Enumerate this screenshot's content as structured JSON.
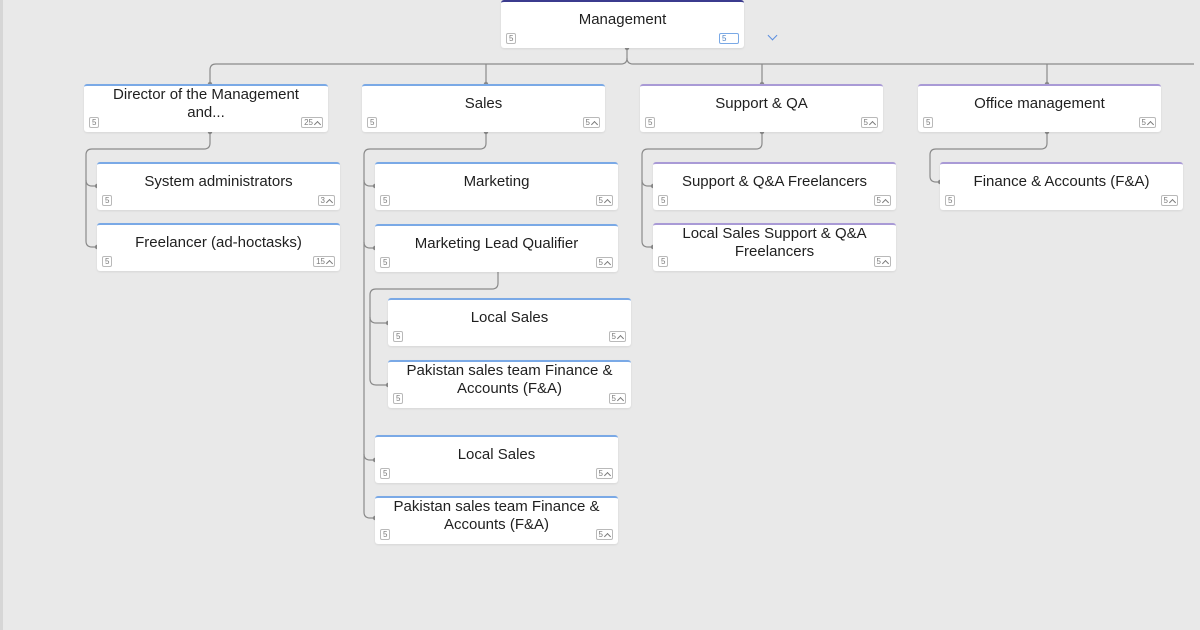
{
  "root": {
    "title": "Management",
    "left_count": "5",
    "right_count": "5"
  },
  "nodes": {
    "director": {
      "title": "Director of the Management and...",
      "left_count": "5",
      "right_count": "25"
    },
    "sales": {
      "title": "Sales",
      "left_count": "5",
      "right_count": "5"
    },
    "support": {
      "title": "Support & QA",
      "left_count": "5",
      "right_count": "5"
    },
    "office": {
      "title": "Office management",
      "left_count": "5",
      "right_count": "5"
    },
    "sysadmins": {
      "title": "System administrators",
      "left_count": "5",
      "right_count": "3"
    },
    "freelancer": {
      "title": "Freelancer (ad-hoctasks)",
      "left_count": "5",
      "right_count": "15"
    },
    "marketing": {
      "title": "Marketing",
      "left_count": "5",
      "right_count": "5"
    },
    "mlq": {
      "title": "Marketing Lead Qualifier",
      "left_count": "5",
      "right_count": "5"
    },
    "local_sales_1": {
      "title": "Local Sales",
      "left_count": "5",
      "right_count": "5"
    },
    "pak_sales_1": {
      "title": "Pakistan sales team Finance & Accounts (F&A)",
      "left_count": "5",
      "right_count": "5"
    },
    "local_sales_2": {
      "title": "Local Sales",
      "left_count": "5",
      "right_count": "5"
    },
    "pak_sales_2": {
      "title": "Pakistan sales team Finance & Accounts (F&A)",
      "left_count": "5",
      "right_count": "5"
    },
    "support_freelancers": {
      "title": "Support & Q&A Freelancers",
      "left_count": "5",
      "right_count": "5"
    },
    "local_support": {
      "title": "Local Sales Support & Q&A Freelancers",
      "left_count": "5",
      "right_count": "5"
    },
    "fa": {
      "title": "Finance & Accounts (F&A)",
      "left_count": "5",
      "right_count": "5"
    }
  },
  "icons": {
    "expand": "chevron-down-icon",
    "collapse": "chevron-up-icon"
  },
  "colors": {
    "background": "#e9e9e9",
    "card_accent_blue": "#7aa9e6",
    "card_accent_purple": "#a99ad6",
    "root_accent": "#3b3b8e",
    "connector": "#8a8a8a"
  }
}
